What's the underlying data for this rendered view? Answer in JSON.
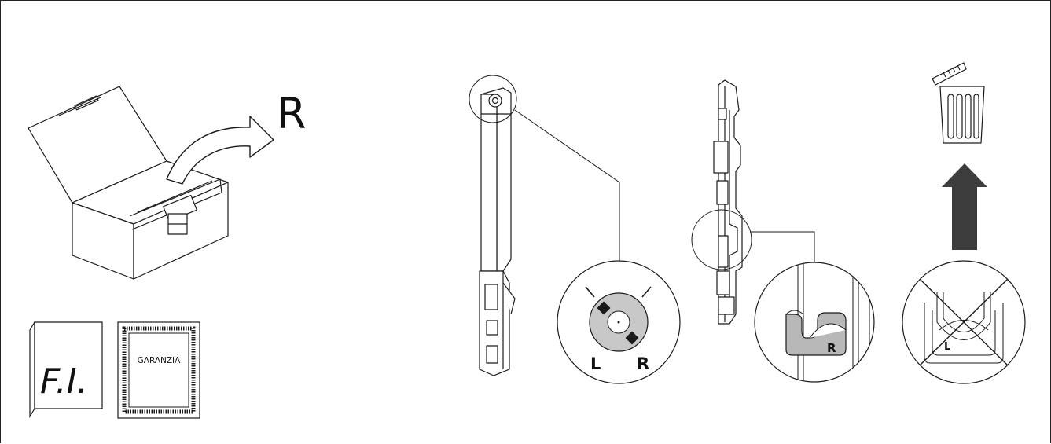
{
  "box_side_label": "R",
  "manual": {
    "label": "F.I."
  },
  "warranty": {
    "label": "GARANZIA"
  },
  "detail_1": {
    "left_label": "L",
    "right_label": "R"
  },
  "detail_2": {
    "label": "R"
  },
  "detail_3": {
    "label": "L"
  },
  "colors": {
    "line": "#1a1a1a",
    "grey_fill": "#b8b8b8",
    "dark_arrow": "#3c3c3c"
  }
}
